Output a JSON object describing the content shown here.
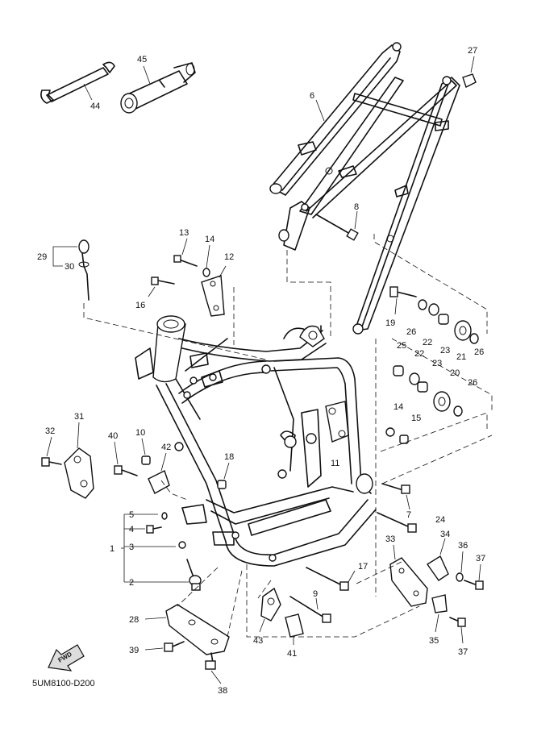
{
  "diagram_code": "5UM8100-D200",
  "fwd_label": "FWD",
  "callouts": [
    "1",
    "2",
    "3",
    "4",
    "5",
    "6",
    "7",
    "8",
    "9",
    "10",
    "11",
    "12",
    "13",
    "14",
    "14",
    "15",
    "16",
    "17",
    "18",
    "19",
    "20",
    "21",
    "22",
    "22",
    "23",
    "23",
    "24",
    "25",
    "26",
    "26",
    "26",
    "27",
    "28",
    "29",
    "30",
    "31",
    "32",
    "33",
    "34",
    "35",
    "36",
    "37",
    "37",
    "38",
    "39",
    "40",
    "41",
    "42",
    "43",
    "44",
    "45"
  ]
}
